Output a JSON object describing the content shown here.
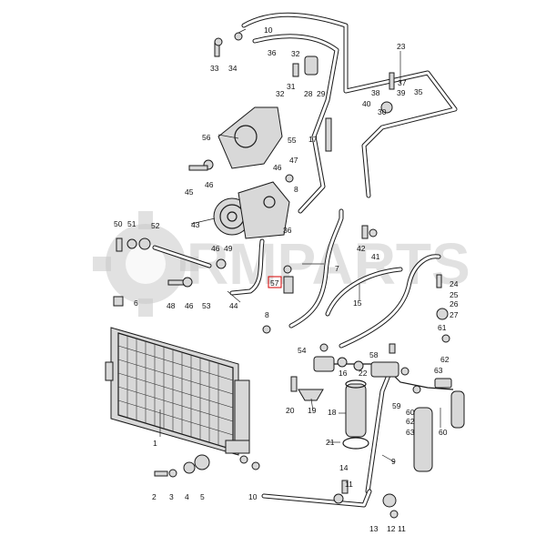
{
  "watermark": {
    "text": "RMPARTS",
    "color": "#c9c9c9"
  },
  "highlight": {
    "part_number": "57",
    "color": "#d40000"
  },
  "callouts": [
    "1",
    "2",
    "3",
    "4",
    "5",
    "6",
    "7",
    "8",
    "9",
    "10",
    "11",
    "12",
    "13",
    "14",
    "15",
    "16",
    "17",
    "18",
    "19",
    "20",
    "21",
    "22",
    "23",
    "24",
    "25",
    "26",
    "27",
    "28",
    "29",
    "30",
    "31",
    "32",
    "33",
    "34",
    "35",
    "36",
    "37",
    "38",
    "39",
    "40",
    "41",
    "42",
    "43",
    "44",
    "45",
    "46",
    "47",
    "48",
    "49",
    "50",
    "51",
    "52",
    "53",
    "54",
    "55",
    "56",
    "57",
    "58",
    "59",
    "60",
    "61",
    "62",
    "63"
  ],
  "repeat_callouts": {
    "8": "8",
    "10": "10",
    "11": "11",
    "32": "32",
    "36": "36",
    "46": "46",
    "60": "60",
    "62": "62",
    "63": "63"
  }
}
